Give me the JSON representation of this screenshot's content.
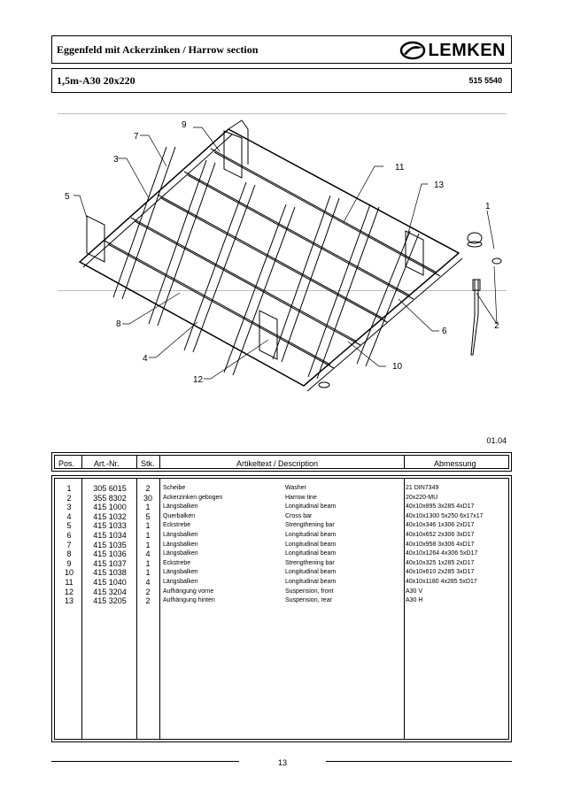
{
  "header": {
    "title": "Eggenfeld mit Ackerzinken / Harrow section",
    "subtitle": "1,5m-A30 20x220",
    "doc_number": "515 5540",
    "logo_text": "LEMKEN"
  },
  "drawing": {
    "callouts": [
      "1",
      "2",
      "3",
      "4",
      "5",
      "6",
      "7",
      "8",
      "9",
      "10",
      "11",
      "12",
      "13"
    ]
  },
  "date": "01.04",
  "table": {
    "headers": {
      "pos": "Pos.",
      "art": "Art.-Nr.",
      "stk": "Stk.",
      "text": "Artikeltext / Description",
      "dim": "Abmessung"
    },
    "rows": [
      {
        "pos": "1",
        "art": "305 6015",
        "stk": "2",
        "de": "Scheibe",
        "en": "Washer",
        "dim": "21 DIN7349"
      },
      {
        "pos": "2",
        "art": "355 8302",
        "stk": "30",
        "de": "Ackerzinken gebogen",
        "en": "Harrow tine",
        "dim": "20x220-MU"
      },
      {
        "pos": "3",
        "art": "415 1000",
        "stk": "1",
        "de": "Längsbalken",
        "en": "Longitudinal beam",
        "dim": "40x10x895 3x285 4xD17"
      },
      {
        "pos": "4",
        "art": "415 1032",
        "stk": "5",
        "de": "Querbalken",
        "en": "Cross bar",
        "dim": "40x10x1300 5x250 6x17x17"
      },
      {
        "pos": "5",
        "art": "415 1033",
        "stk": "1",
        "de": "Eckstrebe",
        "en": "Strengthening bar",
        "dim": "40x10x346 1x306 2xD17"
      },
      {
        "pos": "6",
        "art": "415 1034",
        "stk": "1",
        "de": "Längsbalken",
        "en": "Longitudinal beam",
        "dim": "40x10x652 2x306 3xD17"
      },
      {
        "pos": "7",
        "art": "415 1035",
        "stk": "1",
        "de": "Längsbalken",
        "en": "Longitudinal beam",
        "dim": "40x10x958 3x306 4xD17"
      },
      {
        "pos": "8",
        "art": "415 1036",
        "stk": "4",
        "de": "Längsbalken",
        "en": "Longitudinal beam",
        "dim": "40x10x1264 4x306 5xD17"
      },
      {
        "pos": "9",
        "art": "415 1037",
        "stk": "1",
        "de": "Eckstrebe",
        "en": "Strengthening bar",
        "dim": "40x10x325 1x285 2xD17"
      },
      {
        "pos": "10",
        "art": "415 1038",
        "stk": "1",
        "de": "Längsbalken",
        "en": "Longitudinal beam",
        "dim": "40x10x610 2x285 3xD17"
      },
      {
        "pos": "11",
        "art": "415 1040",
        "stk": "4",
        "de": "Längsbalken",
        "en": "Longitudinal beam",
        "dim": "40x10x1180 4x285 5xD17"
      },
      {
        "pos": "12",
        "art": "415 3204",
        "stk": "2",
        "de": "Aufhängung vorne",
        "en": "Suspension, front",
        "dim": "A30 V"
      },
      {
        "pos": "13",
        "art": "415 3205",
        "stk": "2",
        "de": "Aufhängung hinten",
        "en": "Suspension, rear",
        "dim": "A30 H"
      }
    ]
  },
  "page_number": "13"
}
